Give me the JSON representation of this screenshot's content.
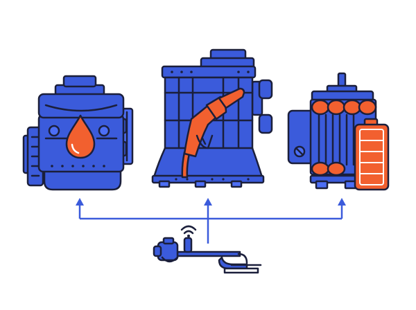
{
  "colors": {
    "blue": "#3b5bdb",
    "blue_light": "#4c6ef5",
    "orange": "#f2602f",
    "outline": "#1b1f3b",
    "arrow": "#3b5bdb"
  },
  "nodes": [
    {
      "id": "oil-engine",
      "icon": "engine-oil-drop-icon"
    },
    {
      "id": "fuel-engine",
      "icon": "engine-fuel-nozzle-icon"
    },
    {
      "id": "electric-motor",
      "icon": "motor-battery-icon"
    },
    {
      "id": "trimmer",
      "icon": "wireless-string-trimmer-icon"
    }
  ],
  "edges": [
    {
      "from": "trimmer",
      "to": "oil-engine"
    },
    {
      "from": "trimmer",
      "to": "fuel-engine"
    },
    {
      "from": "trimmer",
      "to": "electric-motor"
    }
  ]
}
